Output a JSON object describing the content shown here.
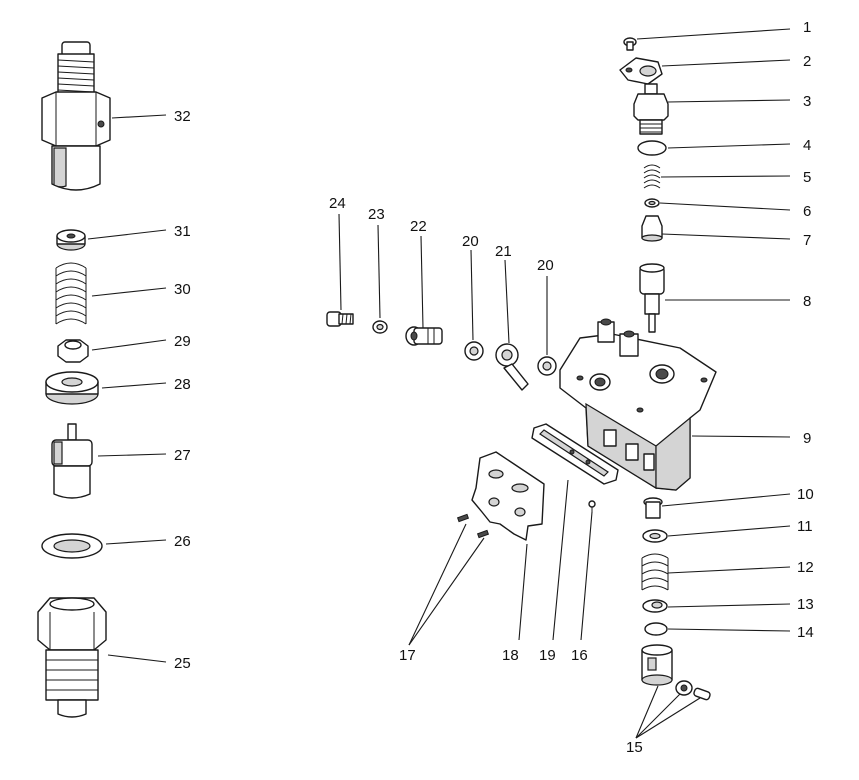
{
  "title": "",
  "callouts": {
    "c1": "1",
    "c2": "2",
    "c3": "3",
    "c4": "4",
    "c5": "5",
    "c6": "6",
    "c7": "7",
    "c8": "8",
    "c9": "9",
    "c10": "10",
    "c11": "11",
    "c12": "12",
    "c13": "13",
    "c14": "14",
    "c15": "15",
    "c16": "16",
    "c17": "17",
    "c18": "18",
    "c19": "19",
    "c20a": "20",
    "c20b": "20",
    "c21": "21",
    "c22": "22",
    "c23": "23",
    "c24": "24",
    "c25": "25",
    "c26": "26",
    "c27": "27",
    "c28": "28",
    "c29": "29",
    "c30": "30",
    "c31": "31",
    "c32": "32"
  }
}
